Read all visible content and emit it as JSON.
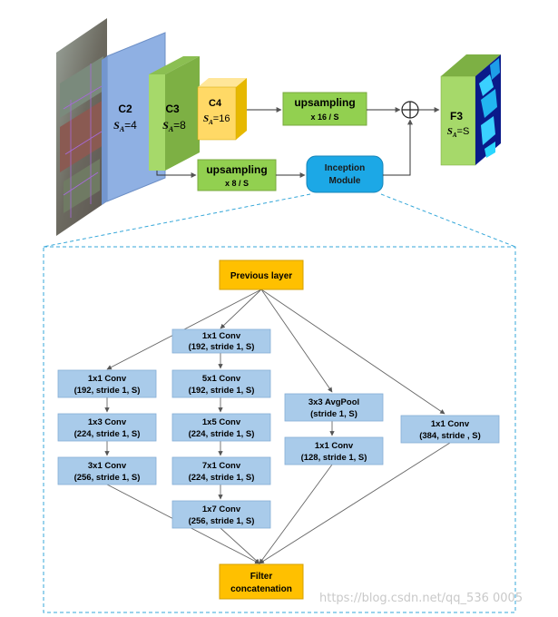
{
  "top": {
    "c2": {
      "name": "C2",
      "scale": "=4"
    },
    "c3": {
      "name": "C3",
      "scale": "=8"
    },
    "c4": {
      "name": "C4",
      "scale": "=16"
    },
    "f3": {
      "name": "F3",
      "scale": "=S"
    },
    "scale_symbol": "S",
    "scale_subscript": "A",
    "upsampling_top": {
      "title": "upsampling",
      "factor": "x 16 / S"
    },
    "upsampling_bottom": {
      "title": "upsampling",
      "factor": "x 8 / S"
    },
    "inception": {
      "line1": "Inception",
      "line2": "Module"
    },
    "sum_symbol": "⊕"
  },
  "inception_detail": {
    "previous_layer": "Previous layer",
    "filter_concat": {
      "line1": "Filter",
      "line2": "concatenation"
    },
    "branch1": [
      {
        "line1": "1x1 Conv",
        "line2": "(192, stride 1, S)"
      },
      {
        "line1": "1x3 Conv",
        "line2": "(224, stride 1, S)"
      },
      {
        "line1": "3x1 Conv",
        "line2": "(256, stride 1, S)"
      }
    ],
    "branch2": [
      {
        "line1": "1x1 Conv",
        "line2": "(192, stride 1, S)"
      },
      {
        "line1": "5x1 Conv",
        "line2": "(192, stride 1, S)"
      },
      {
        "line1": "1x5 Conv",
        "line2": "(224, stride 1, S)"
      },
      {
        "line1": "7x1 Conv",
        "line2": "(224, stride 1, S)"
      },
      {
        "line1": "1x7 Conv",
        "line2": "(256, stride 1, S)"
      }
    ],
    "branch3": [
      {
        "line1": "3x3 AvgPool",
        "line2": "(stride 1, S)"
      },
      {
        "line1": "1x1 Conv",
        "line2": "(128, stride 1, S)"
      }
    ],
    "branch4": [
      {
        "line1": "1x1 Conv",
        "line2": "(384, stride , S)"
      }
    ]
  },
  "watermark": "https://blog.csdn.net/qq_536 0005",
  "colors": {
    "c2_blue": "#8fb0e3",
    "c3_green": "#a6d96a",
    "c4_yellow": "#ffd966",
    "ups_green": "#92d050",
    "inception_blue": "#1ca8e6",
    "conv_blue": "#a9cbea",
    "orange": "#ffc000",
    "dash": "#35a7d9"
  }
}
